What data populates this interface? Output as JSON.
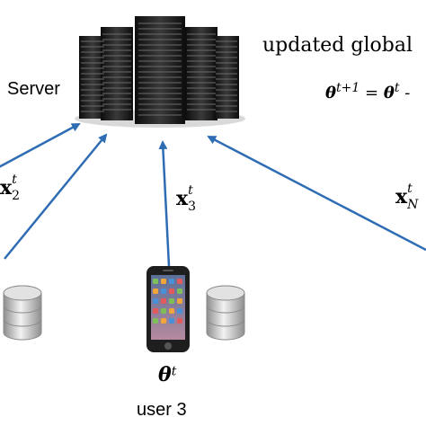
{
  "server": {
    "label": "Server"
  },
  "update": {
    "heading": "updated global",
    "equation_lhs": "θ",
    "equation_lhs_sup": "t+1",
    "equation_eq": " = ",
    "equation_rhs": "θ",
    "equation_rhs_sup": "t",
    "equation_tail": " -"
  },
  "arrows": [
    {
      "var": "x",
      "sup": "t",
      "sub": "2"
    },
    {
      "var": "x",
      "sup": "t",
      "sub": "3"
    },
    {
      "var": "x",
      "sup": "t",
      "sub": "N"
    }
  ],
  "user3": {
    "param": "θ",
    "param_sup": "t",
    "label": "user 3"
  },
  "colors": {
    "arrow": "#2e6db4",
    "server_dark": "#1c1c1c",
    "disk": "#c7c7c7"
  },
  "icons": [
    "server-rack-icon",
    "database-icon",
    "smartphone-icon"
  ]
}
